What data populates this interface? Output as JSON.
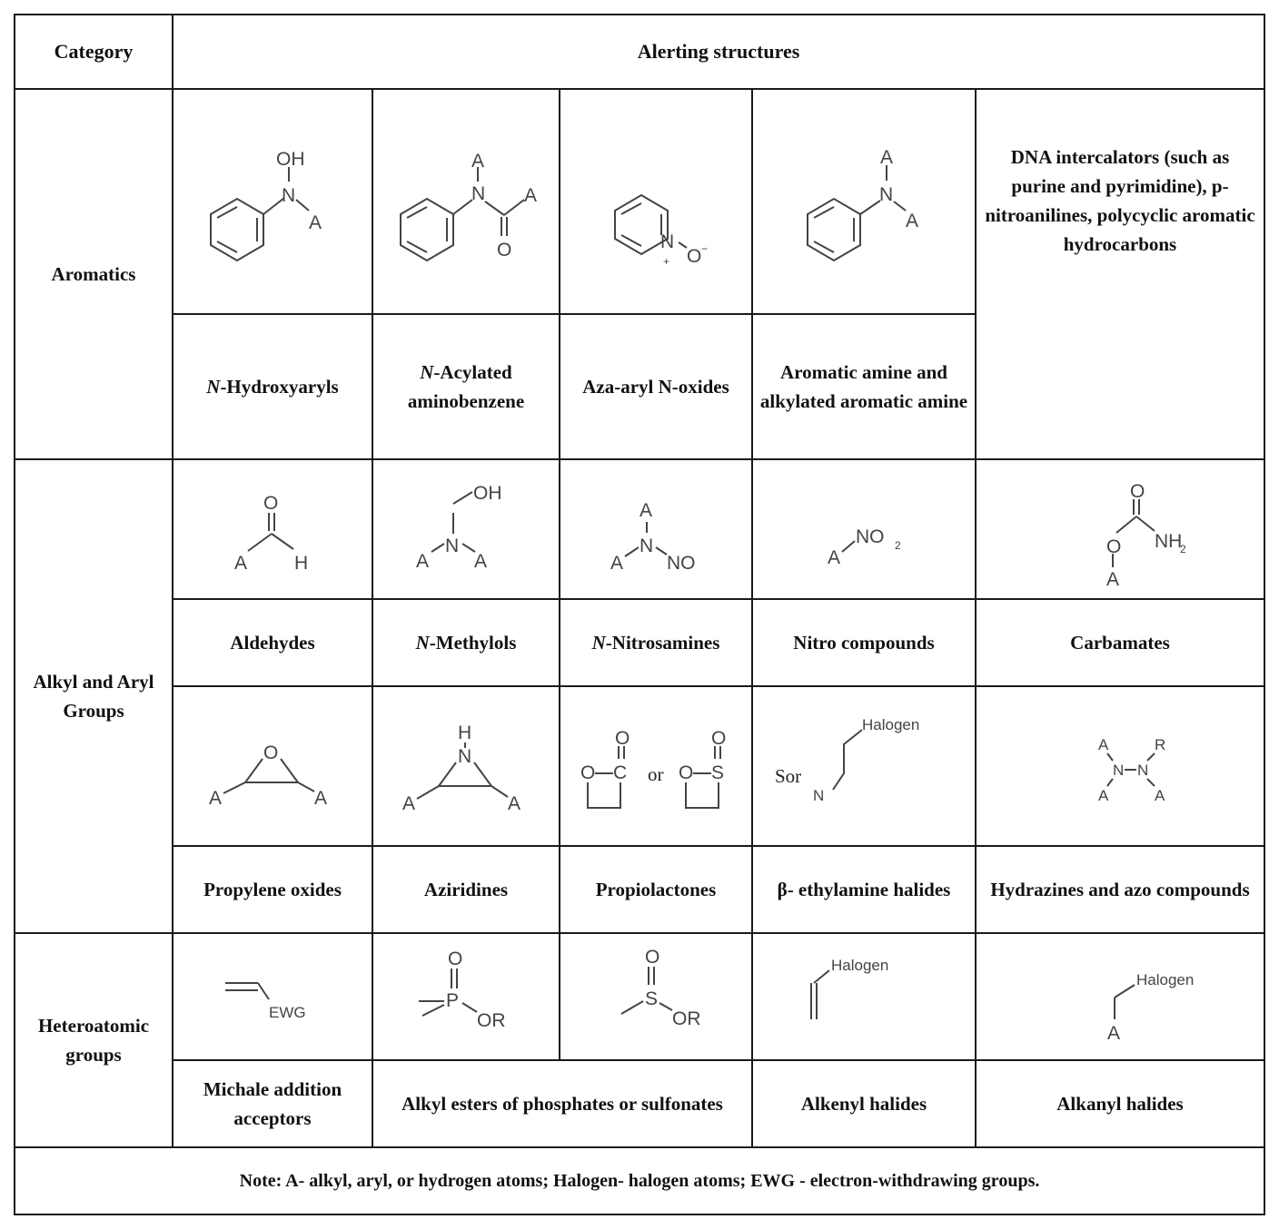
{
  "header": {
    "category": "Category",
    "alerting": "Alerting structures"
  },
  "aromatics": {
    "category": "Aromatics",
    "intercalators": "DNA intercalators (such as purine and pyrimidine), p-nitroanilines, polycyclic aromatic hydrocarbons",
    "n_hydroxyaryls_prefix": "N",
    "n_hydroxyaryls": "-Hydroxyaryls",
    "n_acylated_prefix": "N",
    "n_acylated": "-Acylated aminobenzene",
    "aza_aryl": "Aza-aryl N-oxides",
    "aromatic_amine": "Aromatic amine and alkylated aromatic amine"
  },
  "alkyl": {
    "category": "Alkyl and Aryl Groups",
    "aldehydes": "Aldehydes",
    "methylols_prefix": "N",
    "methylols": "-Methylols",
    "nitrosamines_prefix": "N",
    "nitrosamines": "-Nitrosamines",
    "nitro": "Nitro compounds",
    "carbamates": "Carbamates",
    "propylene_oxides": "Propylene oxides",
    "aziridines": "Aziridines",
    "propiolactones": "Propiolactones",
    "ethylamine_halides": "β- ethylamine halides",
    "hydrazines": "Hydrazines and azo compounds",
    "or_word": "or",
    "sor_word": "Sor"
  },
  "hetero": {
    "category": "Heteroatomic groups",
    "michael": "Michale addition acceptors",
    "alkyl_esters": "Alkyl esters of phosphates or sulfonates",
    "alkenyl": "Alkenyl halides",
    "alkanyl": "Alkanyl halides"
  },
  "note": "Note: A- alkyl, aryl, or hydrogen atoms; Halogen- halogen atoms; EWG - electron-withdrawing groups.",
  "atoms": {
    "oh": "OH",
    "n": "N",
    "a": "A",
    "o": "O",
    "h": "H",
    "c": "C",
    "s": "S",
    "p": "P",
    "r": "R",
    "no": "NO",
    "no2": "NO",
    "sub2": "2",
    "nh2": "NH",
    "plus": "+",
    "minus": "−",
    "or_group": "OR",
    "ewg": "EWG",
    "halogen": "Halogen"
  }
}
